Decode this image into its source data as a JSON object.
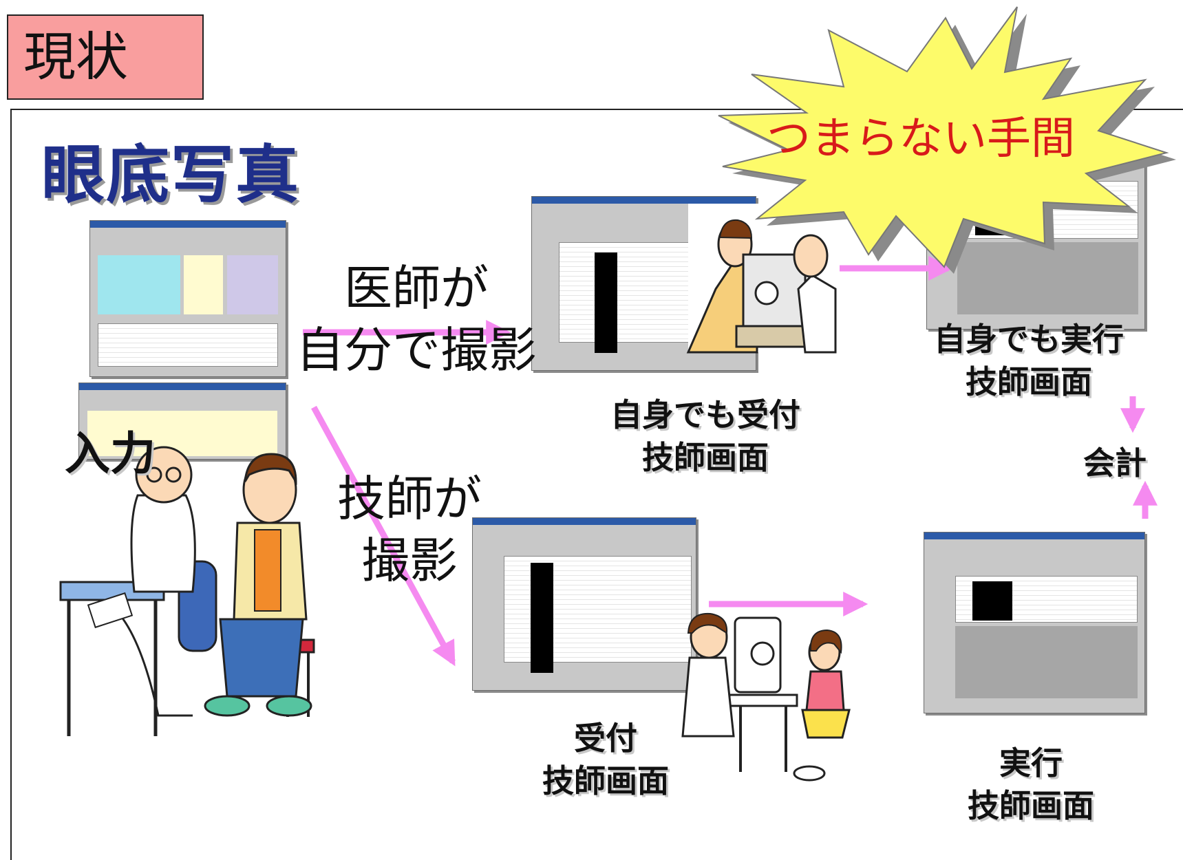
{
  "header": {
    "tag": "現状"
  },
  "main": {
    "title": "眼底写真"
  },
  "left": {
    "input_label": "入力"
  },
  "flows": {
    "doctor_line1": "医師が",
    "doctor_line2": "自分で撮影",
    "tech_line1": "技師が",
    "tech_line2": "撮影"
  },
  "screens": {
    "doctor_reception_line1": "自身でも受付",
    "doctor_reception_line2": "技師画面",
    "doctor_execute_line1": "自身でも実行",
    "doctor_execute_line2": "技師画面",
    "tech_reception_line1": "受付",
    "tech_reception_line2": "技師画面",
    "tech_execute_line1": "実行",
    "tech_execute_line2": "技師画面"
  },
  "accounting": "会計",
  "burst": {
    "text": "つまらない手間"
  },
  "colors": {
    "arrow": "#f58af0",
    "title": "#1f2f8a",
    "burst_fill": "#fdfb6a",
    "burst_text": "#d81a1a",
    "tag_bg": "#f99e9e"
  }
}
